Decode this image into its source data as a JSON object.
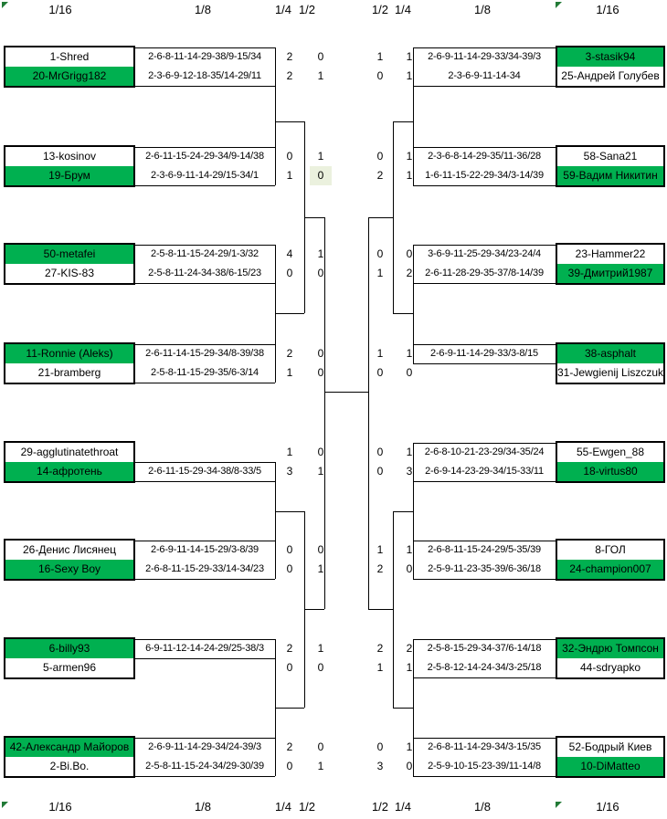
{
  "headers": {
    "top": [
      "1/16",
      "1/8",
      "1/4",
      "1/2",
      "1/2",
      "1/4",
      "1/8",
      "1/16"
    ],
    "bottom": [
      "1/16",
      "1/8",
      "1/4",
      "1/2",
      "1/2",
      "1/4",
      "1/8",
      "1/16"
    ]
  },
  "colors": {
    "winner_green": "#00B050",
    "score_highlight": "#EBF1DE",
    "line": "#000000"
  },
  "left": {
    "pairs": [
      {
        "rows": [
          {
            "name": "1-Shred",
            "winner": false,
            "seq": "2-6-8-11-14-29-38/9-15/34",
            "q": "2",
            "h": "0"
          },
          {
            "name": "20-MrGrigg182",
            "winner": true,
            "seq": "2-3-6-9-12-18-35/14-29/11",
            "q": "2",
            "h": "1"
          }
        ]
      },
      {
        "rows": [
          {
            "name": "13-kosinov",
            "winner": false,
            "seq": "2-6-11-15-24-29-34/9-14/38",
            "q": "0",
            "h": "1"
          },
          {
            "name": "19-Брум",
            "winner": true,
            "seq": "2-3-6-9-11-14-29/15-34/1",
            "q": "1",
            "h": "0",
            "h_highlight": true
          }
        ]
      },
      {
        "rows": [
          {
            "name": "50-metafei",
            "winner": true,
            "seq": "2-5-8-11-15-24-29/1-3/32",
            "q": "4",
            "h": "1"
          },
          {
            "name": "27-KIS-83",
            "winner": false,
            "seq": "2-5-8-11-24-34-38/6-15/23",
            "q": "0",
            "h": "0"
          }
        ]
      },
      {
        "rows": [
          {
            "name": "11-Ronnie (Aleks)",
            "winner": true,
            "seq": "2-6-11-14-15-29-34/8-39/38",
            "q": "2",
            "h": "0"
          },
          {
            "name": "21-bramberg",
            "winner": false,
            "seq": "2-5-8-11-15-29-35/6-3/14",
            "q": "1",
            "h": "0"
          }
        ]
      },
      {
        "rows": [
          {
            "name": "29-agglutinatethroat",
            "winner": false,
            "seq": "",
            "q": "1",
            "h": "0"
          },
          {
            "name": "14-афротень",
            "winner": true,
            "seq": "2-6-11-15-29-34-38/8-33/5",
            "q": "3",
            "h": "1"
          }
        ]
      },
      {
        "rows": [
          {
            "name": "26-Денис Лисянец",
            "winner": false,
            "seq": "2-6-9-11-14-15-29/3-8/39",
            "q": "0",
            "h": "0"
          },
          {
            "name": "16-Sexy Boy",
            "winner": true,
            "seq": "2-6-8-11-15-29-33/14-34/23",
            "q": "0",
            "h": "1"
          }
        ]
      },
      {
        "rows": [
          {
            "name": "6-billy93",
            "winner": true,
            "seq": "6-9-11-12-14-24-29/25-38/3",
            "q": "2",
            "h": "1"
          },
          {
            "name": "5-armen96",
            "winner": false,
            "seq": "",
            "q": "0",
            "h": "0"
          }
        ]
      },
      {
        "rows": [
          {
            "name": "42-Александр Майоров",
            "winner": true,
            "seq": "2-6-9-11-14-29-34/24-39/3",
            "q": "2",
            "h": "0"
          },
          {
            "name": "2-Bi.Bo.",
            "winner": false,
            "seq": "2-5-8-11-15-24-34/29-30/39",
            "q": "0",
            "h": "1"
          }
        ]
      }
    ]
  },
  "right": {
    "pairs": [
      {
        "rows": [
          {
            "name": "3-stasik94",
            "winner": true,
            "seq": "2-6-9-11-14-29-33/34-39/3",
            "h": "1",
            "q": "1"
          },
          {
            "name": "25-Андрей Голубев",
            "winner": false,
            "seq": "2-3-6-9-11-14-34",
            "h": "0",
            "q": "1"
          }
        ]
      },
      {
        "rows": [
          {
            "name": "58-Sana21",
            "winner": false,
            "seq": "2-3-6-8-14-29-35/11-36/28",
            "h": "0",
            "q": "1"
          },
          {
            "name": "59-Вадим Никитин",
            "winner": true,
            "seq": "1-6-11-15-22-29-34/3-14/39",
            "h": "2",
            "q": "1"
          }
        ]
      },
      {
        "rows": [
          {
            "name": "23-Hammer22",
            "winner": false,
            "seq": "3-6-9-11-25-29-34/23-24/4",
            "h": "0",
            "q": "0"
          },
          {
            "name": "39-Дмитрий1987",
            "winner": true,
            "seq": "2-6-11-28-29-35-37/8-14/39",
            "h": "1",
            "q": "2"
          }
        ]
      },
      {
        "rows": [
          {
            "name": "38-asphalt",
            "winner": true,
            "seq": "2-6-9-11-14-29-33/3-8/15",
            "h": "1",
            "q": "1"
          },
          {
            "name": "31-Jewgienij Liszczuk",
            "winner": false,
            "seq": "",
            "h": "0",
            "q": "0"
          }
        ]
      },
      {
        "rows": [
          {
            "name": "55-Ewgen_88",
            "winner": false,
            "seq": "2-6-8-10-21-23-29/34-35/24",
            "h": "0",
            "q": "1"
          },
          {
            "name": "18-virtus80",
            "winner": true,
            "seq": "2-6-9-14-23-29-34/15-33/11",
            "h": "0",
            "q": "3"
          }
        ]
      },
      {
        "rows": [
          {
            "name": "8-ГОЛ",
            "winner": false,
            "seq": "2-6-8-11-15-24-29/5-35/39",
            "h": "1",
            "q": "1"
          },
          {
            "name": "24-champion007",
            "winner": true,
            "seq": "2-5-9-11-23-35-39/6-36/18",
            "h": "2",
            "q": "0"
          }
        ]
      },
      {
        "rows": [
          {
            "name": "32-Эндрю Томпсон",
            "winner": true,
            "seq": "2-5-8-15-29-34-37/6-14/18",
            "h": "2",
            "q": "2"
          },
          {
            "name": "44-sdryapko",
            "winner": false,
            "seq": "2-5-8-12-14-24-34/3-25/18",
            "h": "1",
            "q": "1"
          }
        ]
      },
      {
        "rows": [
          {
            "name": "52-Бодрый Киев",
            "winner": false,
            "seq": "2-6-8-11-14-29-34/3-15/35",
            "h": "0",
            "q": "1"
          },
          {
            "name": "10-DiMatteo",
            "winner": true,
            "seq": "2-5-9-10-15-23-39/11-14/8",
            "h": "3",
            "q": "0"
          }
        ]
      }
    ]
  }
}
